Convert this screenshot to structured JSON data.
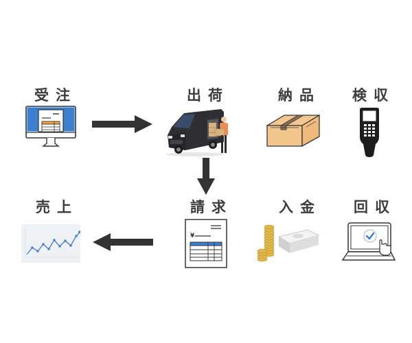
{
  "title": "業務フロー",
  "steps": [
    {
      "id": "juchu",
      "label": "受注",
      "icon": "monitor-order-form-icon"
    },
    {
      "id": "shukka",
      "label": "出荷",
      "icon": "delivery-van-icon"
    },
    {
      "id": "nohin",
      "label": "納品",
      "icon": "cardboard-box-icon"
    },
    {
      "id": "kenshu",
      "label": "検収",
      "icon": "handheld-scanner-icon"
    },
    {
      "id": "seikyu",
      "label": "請求",
      "icon": "invoice-icon"
    },
    {
      "id": "nyukin",
      "label": "入金",
      "icon": "coins-and-bills-icon"
    },
    {
      "id": "kaishu",
      "label": "回収",
      "icon": "laptop-check-icon"
    },
    {
      "id": "uriage",
      "label": "売上",
      "icon": "sales-line-chart-icon"
    }
  ],
  "invoice": {
    "yen_symbol": "¥"
  },
  "arrows": [
    {
      "from": "受注",
      "to": "出荷",
      "direction": "right"
    },
    {
      "from": "出荷",
      "to": "請求",
      "direction": "down"
    },
    {
      "from": "請求",
      "to": "売上",
      "direction": "left"
    }
  ],
  "colors": {
    "label": "#3c3c3c",
    "arrow": "#333333",
    "monitor_blue": "#3d7fcf",
    "table_orange": "#f5a93d",
    "box_tan": "#f2c78e",
    "box_tape": "#8b6f58",
    "invoice_blue": "#3d7fcf",
    "chart_line": "#4a7ed8",
    "check_blue": "#3d7fcf",
    "coin_gold": "#e0b84a"
  }
}
